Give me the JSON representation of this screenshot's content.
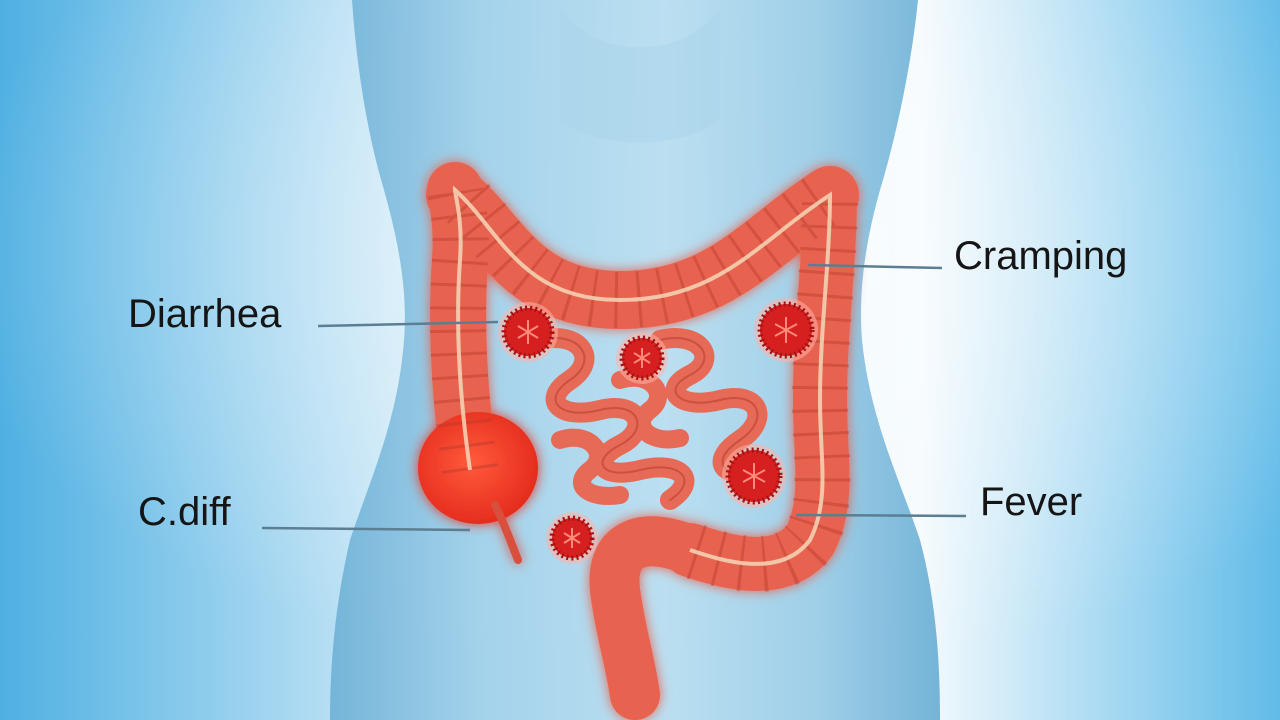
{
  "labels": {
    "diarrhea": "Diarrhea",
    "cramping": "Cramping",
    "cdiff": "C.diff",
    "fever": "Fever"
  },
  "colors": {
    "background_light": "#f2f9fd",
    "background_blue": "#5fb8e6",
    "torso": "#8fc3df",
    "intestine": "#e8644f",
    "intestine_dark": "#b93a2c",
    "bacteria": "#d61f1f",
    "leader_line": "#5b7e93"
  },
  "icons": {
    "pathogen": "bacteria-icon",
    "torso": "torso-silhouette",
    "organ": "intestine-illustration"
  }
}
